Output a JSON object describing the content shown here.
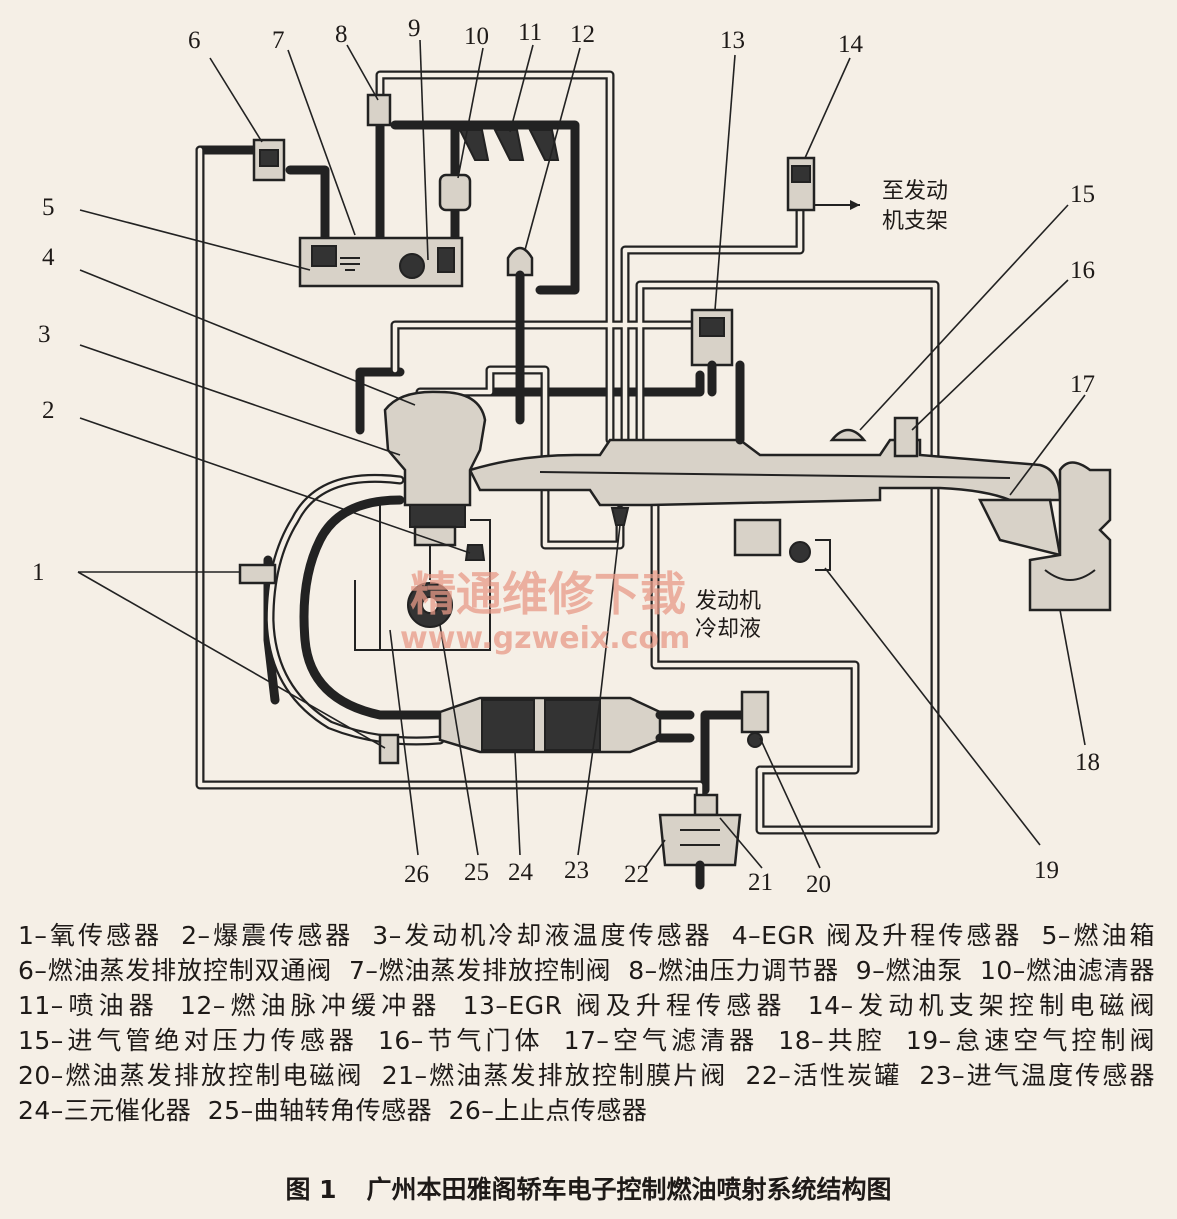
{
  "callouts": [
    "1",
    "2",
    "3",
    "4",
    "5",
    "6",
    "7",
    "8",
    "9",
    "10",
    "11",
    "12",
    "13",
    "14",
    "15",
    "16",
    "17",
    "18",
    "19",
    "20",
    "21",
    "22",
    "23",
    "24",
    "25",
    "26"
  ],
  "notes": {
    "to_engine_mount_line1": "至发动",
    "to_engine_mount_line2": "机支架",
    "coolant_line1": "发动机",
    "coolant_line2": "冷却液"
  },
  "watermark": {
    "cn": "精通维修下载",
    "url": "www.gzweix.com"
  },
  "legend": [
    "1–氧传感器",
    "2–爆震传感器",
    "3–发动机冷却液温度传感器",
    "4–EGR 阀及升程传感器",
    "5–燃油箱",
    "6–燃油蒸发排放控制双通阀",
    "7–燃油蒸发排放控制阀",
    "8–燃油压力调节器",
    "9–燃油泵",
    "10–燃油滤清器",
    "11–喷油器",
    "12–燃油脉冲缓冲器",
    "13–EGR 阀及升程传感器",
    "14–发动机支架控制电磁阀",
    "15–进气管绝对压力传感器",
    "16–节气门体",
    "17–空气滤清器",
    "18–共腔",
    "19–怠速空气控制阀",
    "20–燃油蒸发排放控制电磁阀",
    "21–燃油蒸发排放控制膜片阀",
    "22–活性炭罐",
    "23–进气温度传感器",
    "24–三元催化器",
    "25–曲轴转角传感器",
    "26–上止点传感器"
  ],
  "caption": {
    "figure": "图 1",
    "title": "广州本田雅阁轿车电子控制燃油喷射系统结构图"
  }
}
